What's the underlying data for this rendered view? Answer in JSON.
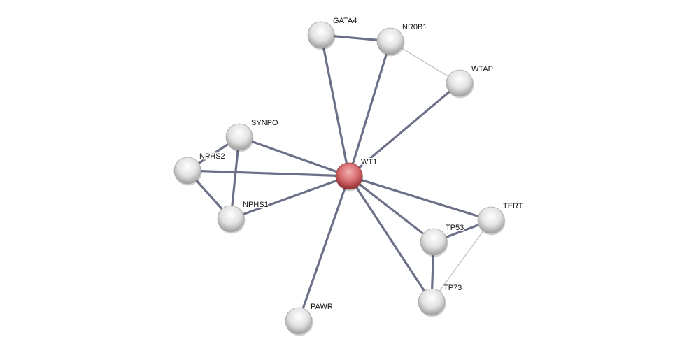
{
  "network": {
    "nodes": [
      {
        "id": "WT1",
        "label": "WT1",
        "query": true
      },
      {
        "id": "GATA4",
        "label": "GATA4"
      },
      {
        "id": "NR0B1",
        "label": "NR0B1"
      },
      {
        "id": "WTAP",
        "label": "WTAP"
      },
      {
        "id": "SYNPO",
        "label": "SYNPO"
      },
      {
        "id": "NPHS2",
        "label": "NPHS2"
      },
      {
        "id": "NPHS1",
        "label": "NPHS1"
      },
      {
        "id": "TERT",
        "label": "TERT"
      },
      {
        "id": "TP53",
        "label": "TP53"
      },
      {
        "id": "TP73",
        "label": "TP73"
      },
      {
        "id": "PAWR",
        "label": "PAWR"
      }
    ],
    "edges": [
      {
        "source": "GATA4",
        "target": "NR0B1",
        "strength": "high"
      },
      {
        "source": "NR0B1",
        "target": "WTAP",
        "strength": "low"
      },
      {
        "source": "GATA4",
        "target": "WT1",
        "strength": "high"
      },
      {
        "source": "NR0B1",
        "target": "WT1",
        "strength": "high"
      },
      {
        "source": "WTAP",
        "target": "WT1",
        "strength": "high"
      },
      {
        "source": "SYNPO",
        "target": "WT1",
        "strength": "high"
      },
      {
        "source": "NPHS2",
        "target": "WT1",
        "strength": "high"
      },
      {
        "source": "NPHS1",
        "target": "WT1",
        "strength": "high"
      },
      {
        "source": "SYNPO",
        "target": "NPHS2",
        "strength": "high"
      },
      {
        "source": "SYNPO",
        "target": "NPHS1",
        "strength": "high"
      },
      {
        "source": "NPHS2",
        "target": "NPHS1",
        "strength": "high"
      },
      {
        "source": "PAWR",
        "target": "WT1",
        "strength": "high"
      },
      {
        "source": "TERT",
        "target": "WT1",
        "strength": "high"
      },
      {
        "source": "TP53",
        "target": "WT1",
        "strength": "high"
      },
      {
        "source": "TP73",
        "target": "WT1",
        "strength": "high"
      },
      {
        "source": "TP53",
        "target": "TERT",
        "strength": "high"
      },
      {
        "source": "TP53",
        "target": "TP73",
        "strength": "high"
      },
      {
        "source": "TP73",
        "target": "TERT",
        "strength": "low"
      }
    ],
    "colors": {
      "edge_high": "#6b7088",
      "edge_low": "#c4c4c8",
      "node": "#d8d8d8",
      "query_node": "#c9585c"
    }
  }
}
